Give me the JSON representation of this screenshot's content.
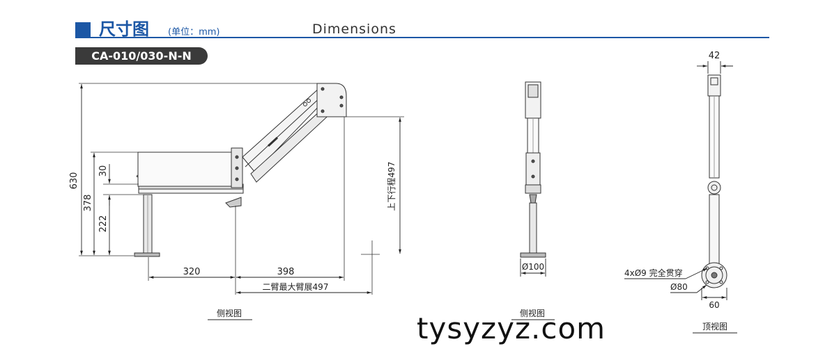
{
  "header": {
    "title": "尺寸图",
    "unit": "(单位：mm)",
    "english_title": "Dimensions",
    "accent_color": "#1c57a5"
  },
  "model": "CA-010/030-N-N",
  "side_view": {
    "dims": {
      "total_height": "630",
      "arm_height": "378",
      "clamp_height": "222",
      "base_thickness": "30",
      "base_arm": "320",
      "second_arm": "398",
      "max_reach": "二臂最大臂展497",
      "stroke": "上下行程497"
    },
    "label": "侧视图"
  },
  "front_view": {
    "dims": {
      "base_diameter": "Ø100"
    },
    "label": "侧视图"
  },
  "top_view": {
    "dims": {
      "width_top": "42",
      "holes": "4xØ9 完全贯穿",
      "pcd": "Ø80",
      "base_width": "60"
    },
    "label": "顶视图"
  },
  "watermark": "tysyzyz.com"
}
